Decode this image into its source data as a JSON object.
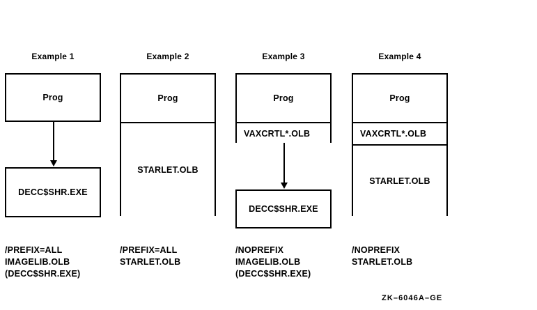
{
  "figure": {
    "id_label": "ZK–6046A–GE"
  },
  "columns": [
    {
      "header": "Example 1",
      "blocks": [
        {
          "cells": [
            "Prog"
          ]
        },
        {
          "cells": [
            "DECC$SHR.EXE"
          ]
        }
      ],
      "has_arrow": true,
      "caption": [
        "/PREFIX=ALL",
        "IMAGELIB.OLB",
        "(DECC$SHR.EXE)"
      ]
    },
    {
      "header": "Example 2",
      "blocks": [
        {
          "cells": [
            "Prog",
            "STARLET.OLB"
          ]
        }
      ],
      "has_arrow": false,
      "caption": [
        "/PREFIX=ALL",
        "STARLET.OLB"
      ]
    },
    {
      "header": "Example 3",
      "blocks": [
        {
          "cells": [
            "Prog",
            "VAXCRTL*.OLB"
          ]
        },
        {
          "cells": [
            "DECC$SHR.EXE"
          ]
        }
      ],
      "has_arrow": true,
      "caption": [
        "/NOPREFIX",
        "IMAGELIB.OLB",
        "(DECC$SHR.EXE)"
      ]
    },
    {
      "header": "Example 4",
      "blocks": [
        {
          "cells": [
            "Prog",
            "VAXCRTL*.OLB",
            "STARLET.OLB"
          ]
        }
      ],
      "has_arrow": false,
      "caption": [
        "/NOPREFIX",
        "STARLET.OLB"
      ]
    }
  ]
}
